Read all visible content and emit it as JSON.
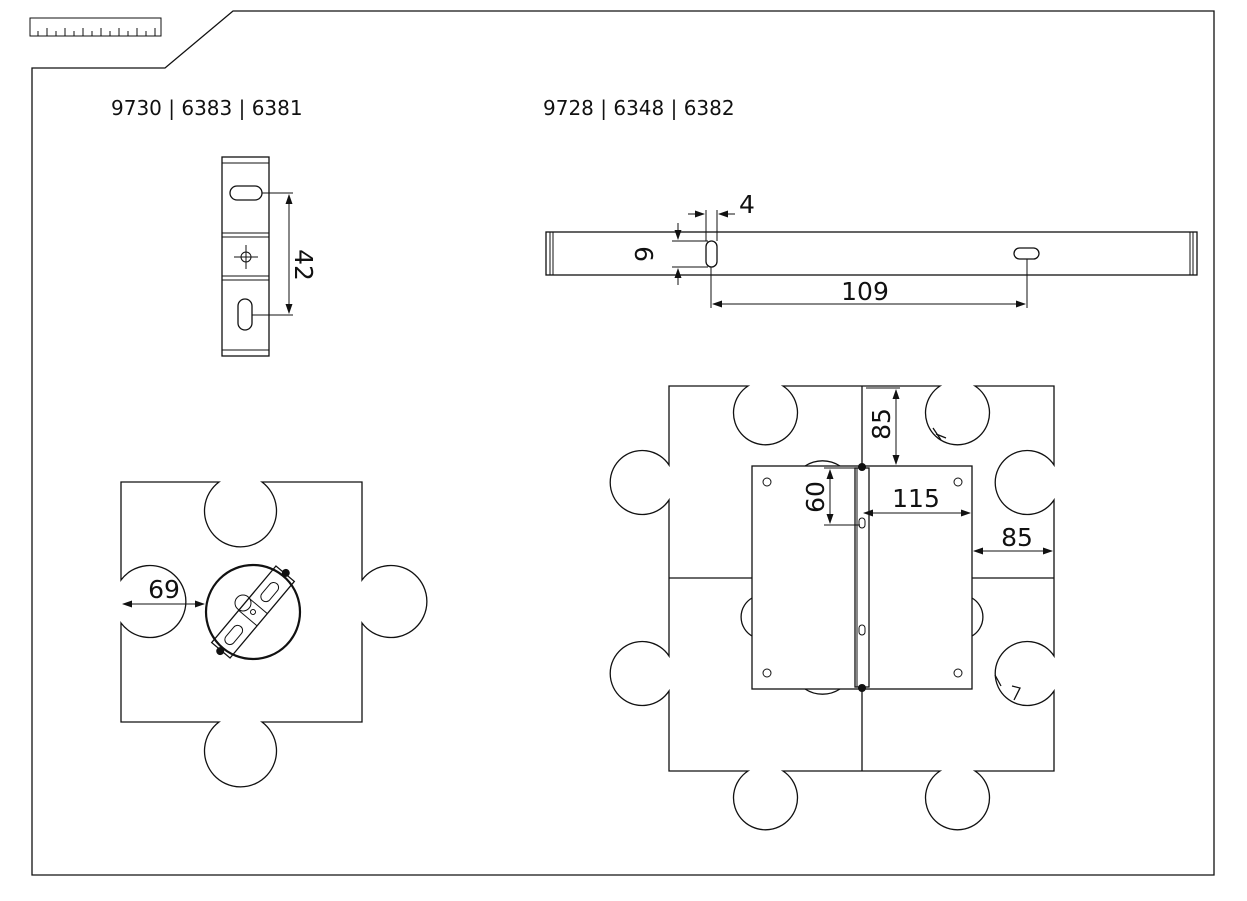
{
  "drawing": {
    "left_group_codes": "9730 | 6383 | 6381",
    "right_group_codes": "9728 | 6348 | 6382",
    "dimensions": {
      "bracket_slot_spacing": "42",
      "rail_slot_width": "4",
      "rail_slot_height": "9",
      "rail_slot_spacing": "109",
      "piece_edge_to_mount": "69",
      "top_edge_to_plate": "85",
      "plate_top_to_slot": "60",
      "rail_to_plate_edge": "115",
      "plate_edge_to_right": "85"
    },
    "icons": {
      "scale": "ruler-icon",
      "slot": "keyhole-slot-icon",
      "crosshair": "mounting-hole-crosshair-icon"
    }
  }
}
